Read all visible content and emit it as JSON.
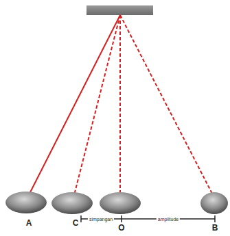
{
  "diagram": {
    "labels": [
      "A",
      "C",
      "O",
      "B",
      "simpangan",
      "amplitude"
    ]
  }
}
